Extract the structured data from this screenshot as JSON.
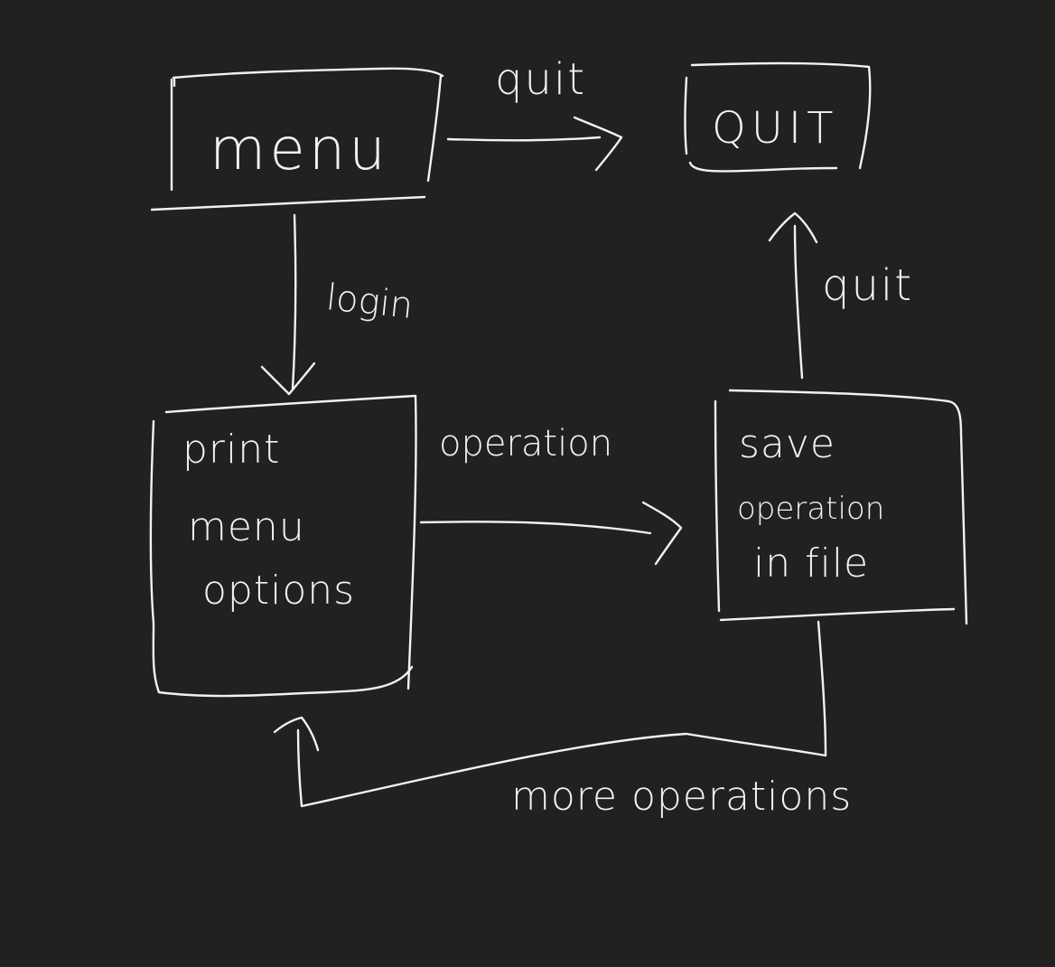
{
  "colors": {
    "background": "#222120",
    "ink": "#f2f2f2"
  },
  "nodes": {
    "menu": {
      "label": "menu"
    },
    "quit_state": {
      "label": "QUIT"
    },
    "print_menu_options": {
      "lines": [
        "print",
        "menu",
        "options"
      ]
    },
    "save_operation": {
      "lines": [
        "save",
        "operation",
        "in file"
      ]
    }
  },
  "edges": {
    "menu_to_quit": {
      "label": "quit"
    },
    "menu_to_print": {
      "label": "login"
    },
    "print_to_save": {
      "label": "operation"
    },
    "save_to_quit": {
      "label": "quit"
    },
    "save_to_print": {
      "label": "more operations"
    }
  }
}
